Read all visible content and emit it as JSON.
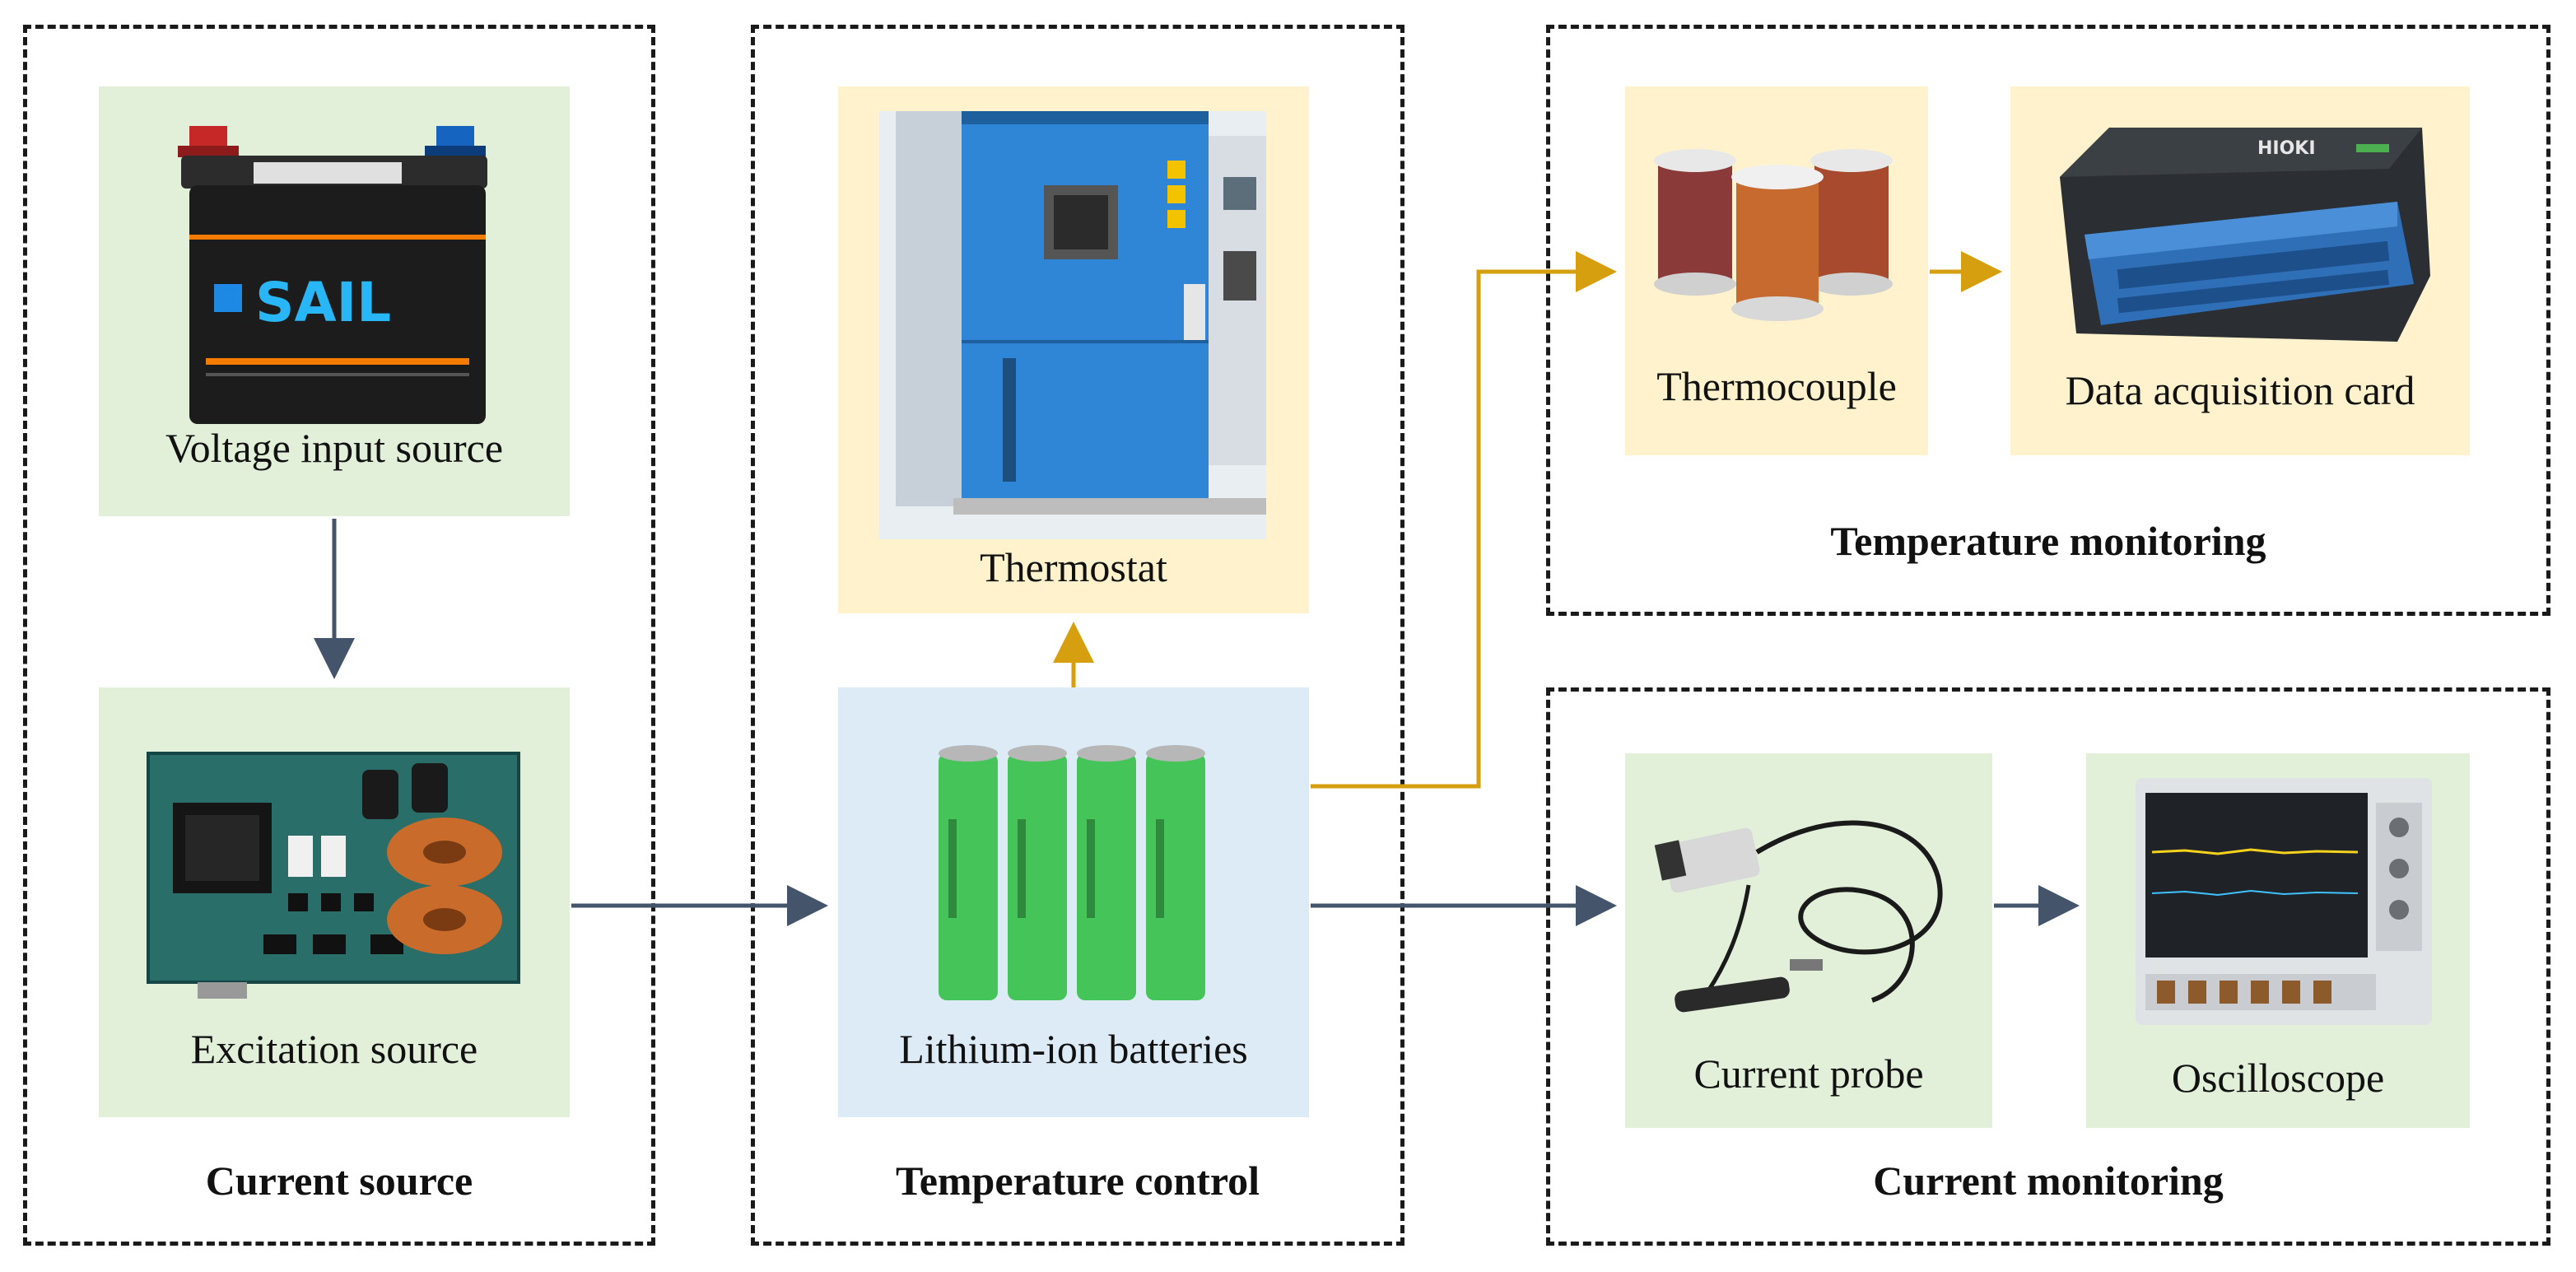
{
  "groups": {
    "current_source": "Current source",
    "temperature_control": "Temperature control",
    "temperature_monitoring": "Temperature monitoring",
    "current_monitoring": "Current monitoring"
  },
  "components": {
    "voltage_input_source": "Voltage input source",
    "excitation_source": "Excitation source",
    "thermostat": "Thermostat",
    "lithium_ion_batteries": "Lithium-ion batteries",
    "thermocouple": "Thermocouple",
    "data_acquisition_card": "Data acquisition card",
    "current_probe": "Current probe",
    "oscilloscope": "Oscilloscope"
  },
  "device_text": {
    "battery_brand": "SAIL",
    "daq_brand": "HIOKI"
  },
  "colors": {
    "dark_arrow": "#44546a",
    "thermal_arrow": "#d59f0f",
    "green_panel": "#e2f0d9",
    "yellow_panel": "#fff2cc",
    "blue_panel": "#ddebf7"
  }
}
